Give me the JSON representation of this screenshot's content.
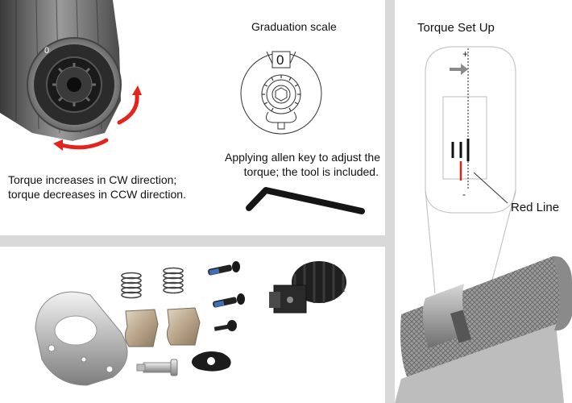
{
  "top_panel": {
    "dial_label": "0",
    "scale_digit": "0",
    "graduation_label": "Graduation scale",
    "allen_caption_line1": "Applying allen key to adjust the",
    "allen_caption_line2": "torque; the tool is included.",
    "direction_line1": "Torque increases in CW direction;",
    "direction_line2": "torque decreases in CCW direction."
  },
  "right_panel": {
    "title": "Torque Set Up",
    "scale_plus": "+",
    "scale_minus": "-",
    "red_line_label": "Red Line"
  },
  "colors": {
    "arrow_red": "#e5231d",
    "red_line": "#d9231c",
    "panel_bg": "#ffffff",
    "gutter": "#d9d9d9"
  }
}
